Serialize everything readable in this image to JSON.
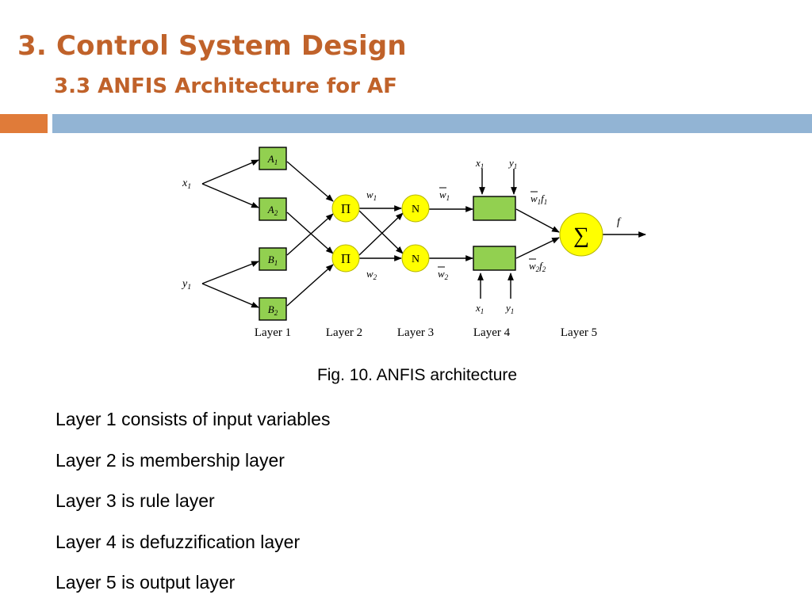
{
  "slide": {
    "title": "3. Control System Design",
    "subtitle": "3.3 ANFIS Architecture for AF",
    "accent_color": "#e07b39",
    "title_color": "#c0622a",
    "band_color": "#92b4d4"
  },
  "diagram": {
    "inputs": {
      "x1": "x",
      "y1": "y",
      "sub": "1"
    },
    "membership_nodes": [
      {
        "letter": "A",
        "sub": "1"
      },
      {
        "letter": "A",
        "sub": "2"
      },
      {
        "letter": "B",
        "sub": "1"
      },
      {
        "letter": "B",
        "sub": "2"
      }
    ],
    "product_symbol": "Π",
    "norm_symbol": "N",
    "sum_symbol": "∑",
    "weights": [
      {
        "letter": "w",
        "sub": "1"
      },
      {
        "letter": "w",
        "sub": "2"
      }
    ],
    "norm_weights": [
      {
        "letter": "w",
        "sub": "1"
      },
      {
        "letter": "w",
        "sub": "2"
      }
    ],
    "weighted_outputs": [
      {
        "w": "w",
        "wsub": "1",
        "f": "f",
        "fsub": "1"
      },
      {
        "w": "w",
        "wsub": "2",
        "f": "f",
        "fsub": "2"
      }
    ],
    "output_label": "f",
    "layer_labels": [
      "Layer 1",
      "Layer 2",
      "Layer 3",
      "Layer 4",
      "Layer 5"
    ],
    "colors": {
      "mf_fill": "#92d050",
      "node_fill": "#ffff00",
      "stroke": "#000000"
    }
  },
  "caption": "Fig. 10. ANFIS architecture",
  "notes": [
    "Layer 1 consists of input variables",
    "Layer 2 is membership layer",
    "Layer 3 is rule layer",
    "Layer 4 is defuzzification layer",
    "Layer 5 is output layer"
  ]
}
